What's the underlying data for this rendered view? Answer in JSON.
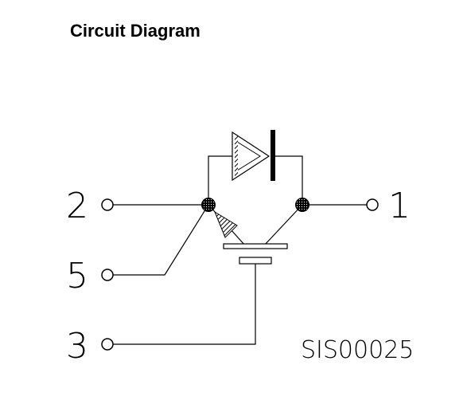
{
  "title": "Circuit Diagram",
  "pins": {
    "pin_2": "2",
    "pin_5": "5",
    "pin_3": "3",
    "pin_1": "1"
  },
  "reference": "SIS00025"
}
